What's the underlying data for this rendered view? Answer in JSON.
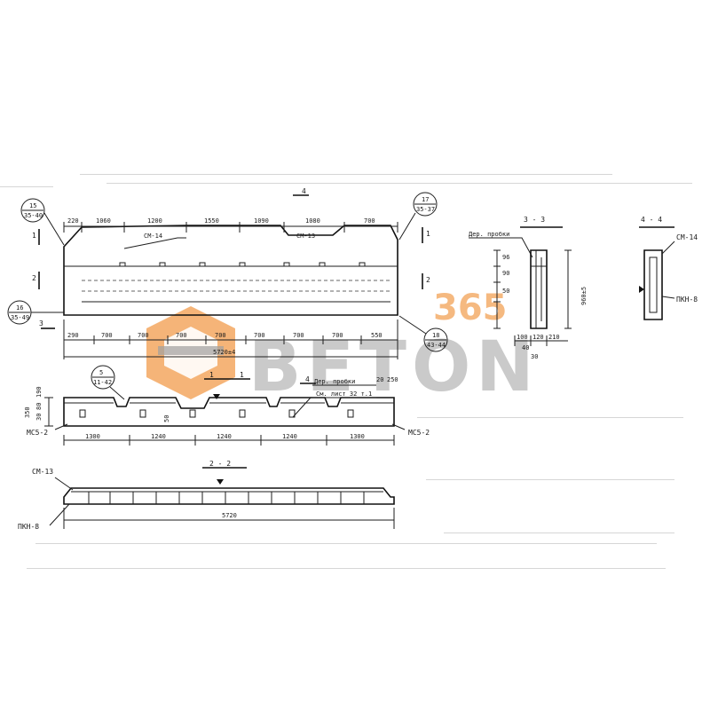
{
  "elevation": {
    "callouts": {
      "c15": [
        "15",
        "35-40"
      ],
      "c16": [
        "16",
        "35-49"
      ],
      "c17": [
        "17",
        "35-37"
      ],
      "c18": [
        "18",
        "43-44"
      ]
    },
    "section_marks": {
      "one": "1",
      "two": "2",
      "three": "3",
      "four": "4"
    },
    "top_dims": [
      "220",
      "1060",
      "1200",
      "1550",
      "1090",
      "1080",
      "700"
    ],
    "part_labels": {
      "top_left": "СМ-14",
      "top_right": "СМ-13"
    },
    "bottom_dims": [
      "290",
      "700",
      "700",
      "700",
      "700",
      "700",
      "700",
      "700",
      "550"
    ],
    "overall": "5720±4"
  },
  "plan": {
    "callout": [
      "5",
      "11-42"
    ],
    "cut_mark": "1",
    "cut_mark_4": "4",
    "depth_label": "350",
    "left_dims": [
      "190",
      "80",
      "30"
    ],
    "mid_dim": "50",
    "right_dims": [
      "20",
      "250"
    ],
    "note": [
      "Дер. пробки",
      "См. лист 32 т.1"
    ],
    "left_insert": "МС5-2",
    "right_insert": "МС5-2",
    "bottom_dims": [
      "1300",
      "1240",
      "1240",
      "1240",
      "1300"
    ]
  },
  "section22": {
    "title": "2 - 2",
    "top_left": "СМ-13",
    "bottom_left": "ПКН-8",
    "overall": "5720"
  },
  "section33": {
    "title": "3 - 3",
    "label": "Дер. пробки",
    "dims": [
      "96",
      "90",
      "50",
      "100",
      "120",
      "40",
      "210",
      "30"
    ],
    "height": "960±5"
  },
  "section44": {
    "title": "4 - 4",
    "top": "СМ-14",
    "bottom": "ПКН-8"
  },
  "watermark": {
    "number": "365",
    "brand": "BETON",
    "orange": "#f08a2c",
    "grey": "#8f8f8f"
  }
}
